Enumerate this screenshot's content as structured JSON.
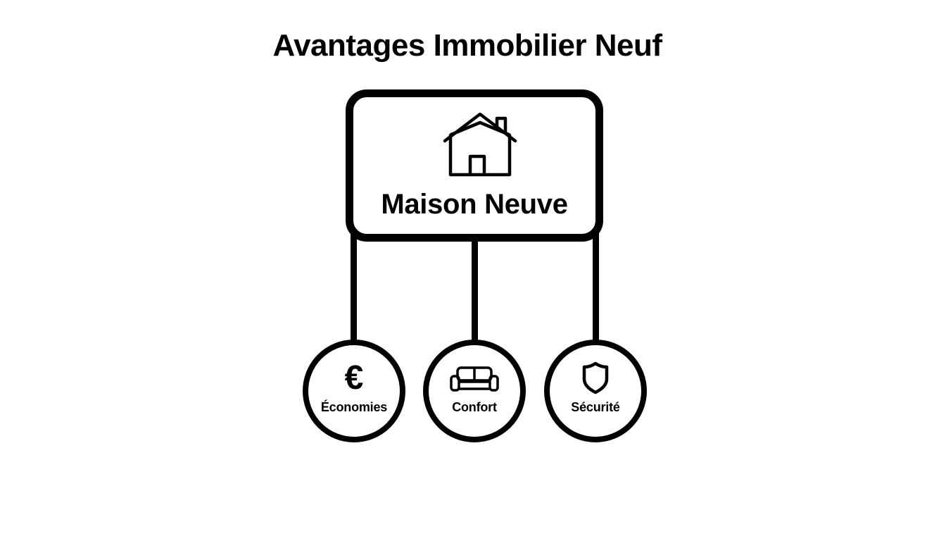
{
  "title": "Avantages Immobilier Neuf",
  "main_node": {
    "label": "Maison Neuve",
    "icon": "house-icon"
  },
  "benefits": [
    {
      "label": "Économies",
      "icon": "euro-icon"
    },
    {
      "label": "Confort",
      "icon": "sofa-icon"
    },
    {
      "label": "Sécurité",
      "icon": "shield-icon"
    }
  ],
  "colors": {
    "stroke": "#000000",
    "background": "#ffffff"
  }
}
